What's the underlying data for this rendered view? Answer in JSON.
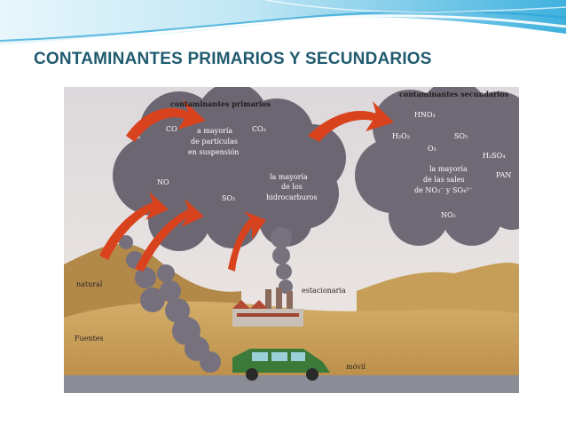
{
  "slide": {
    "title": "CONTAMINANTES PRIMARIOS Y SECUNDARIOS"
  },
  "figure": {
    "primary_heading": "contaminantes primarios",
    "secondary_heading": "contaminantes secundarios",
    "primary_labels": {
      "co": "CO",
      "co2": "CO₂",
      "particles": [
        "a mayoría",
        "de partículas",
        "en suspensión"
      ],
      "no": "NO",
      "so2": "SO₂",
      "hydrocarbons": [
        "la mayoría",
        "de los",
        "hidrocarburos"
      ]
    },
    "secondary_labels": {
      "hno3": "HNO₃",
      "h2o2": "H₂O₂",
      "so3": "SO₃",
      "o3": "O₃",
      "h2so4": "H₂SO₄",
      "pan": "PAN",
      "salts": [
        "la mayoría",
        "de las sales",
        "de NO₃⁻ y SO₄²⁻"
      ],
      "no2": "NO₂"
    },
    "sources": {
      "natural": "natural",
      "fuentes": "Fuentes",
      "estacionaria": "estacionaria",
      "movil": "móvil"
    }
  },
  "colors": {
    "title": "#1f5a6e",
    "banner": "#5ec3e6",
    "smoke": "#6b6672",
    "arrow": "#d8431e",
    "ground": "#c39a52",
    "sky": "#e8e4e6"
  }
}
